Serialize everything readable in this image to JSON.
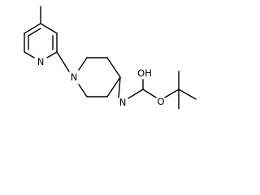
{
  "molecule": {
    "atom_labels": {
      "pyridine_n": "N",
      "piperidine_n": "N",
      "amide_n": "N",
      "hydroxyl_oh": "OH",
      "ester_o": "O"
    }
  }
}
